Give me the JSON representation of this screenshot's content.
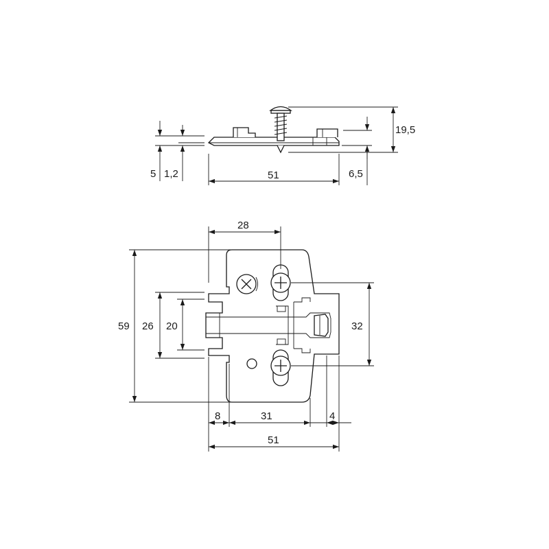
{
  "side_view": {
    "dim_height": "19,5",
    "dim_thickness": "5",
    "dim_base": "1,2",
    "dim_width": "51",
    "dim_offset": "6,5"
  },
  "front_view": {
    "dim_top": "28",
    "dim_total_height": "59",
    "dim_hole_spacing": "26",
    "dim_slot": "20",
    "dim_screw_spacing": "32",
    "dim_left": "8",
    "dim_middle": "31",
    "dim_right": "4",
    "dim_total_width": "51"
  }
}
